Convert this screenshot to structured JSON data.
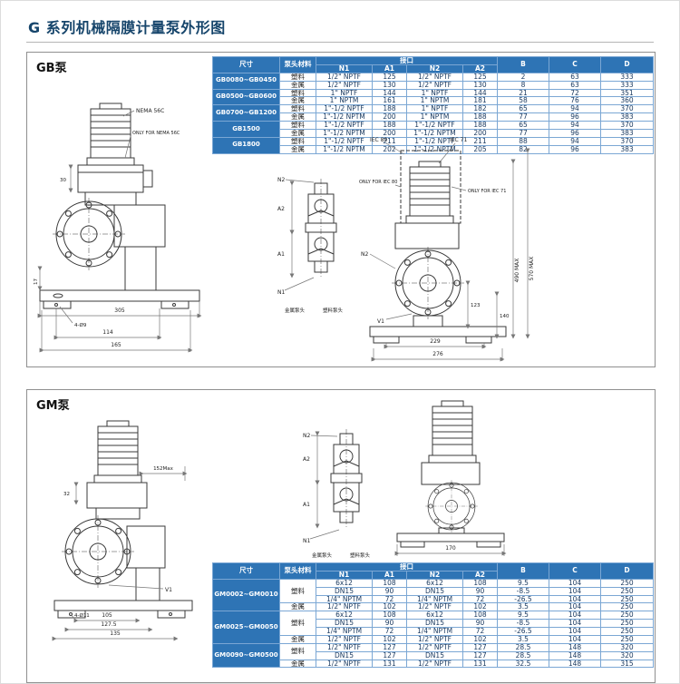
{
  "page": {
    "title": "G 系列机械隔膜计量泵外形图"
  },
  "headers": {
    "size": "尺寸",
    "material": "泵头材料",
    "port": "接口",
    "n1": "N1",
    "a1": "A1",
    "n2": "N2",
    "a2": "A2",
    "b": "B",
    "c": "C",
    "d": "D"
  },
  "gb": {
    "label": "GB泵",
    "rows": [
      {
        "size": "GB0080~GB0450",
        "mat": "塑料",
        "n1": "1/2\" NPTF",
        "a1": "125",
        "n2": "1/2\" NPTF",
        "a2": "125",
        "b": "2",
        "c": "63",
        "d": "333"
      },
      {
        "mat": "金属",
        "n1": "1/2\" NPTF",
        "a1": "130",
        "n2": "1/2\" NPTF",
        "a2": "130",
        "b": "8",
        "c": "63",
        "d": "333"
      },
      {
        "size": "GB0500~GB0600",
        "mat": "塑料",
        "n1": "1\" NPTF",
        "a1": "144",
        "n2": "1\" NPTF",
        "a2": "144",
        "b": "21",
        "c": "72",
        "d": "351"
      },
      {
        "mat": "金属",
        "n1": "1\" NPTM",
        "a1": "161",
        "n2": "1\" NPTM",
        "a2": "181",
        "b": "58",
        "c": "76",
        "d": "360"
      },
      {
        "size": "GB0700~GB1200",
        "mat": "塑料",
        "n1": "1\"-1/2 NPTF",
        "a1": "188",
        "n2": "1\" NPTF",
        "a2": "182",
        "b": "65",
        "c": "94",
        "d": "370"
      },
      {
        "mat": "金属",
        "n1": "1\"-1/2 NPTM",
        "a1": "200",
        "n2": "1\" NPTM",
        "a2": "188",
        "b": "77",
        "c": "96",
        "d": "383"
      },
      {
        "size": "GB1500",
        "mat": "塑料",
        "n1": "1\"-1/2 NPTF",
        "a1": "188",
        "n2": "1\"-1/2 NPTF",
        "a2": "188",
        "b": "65",
        "c": "94",
        "d": "370"
      },
      {
        "mat": "金属",
        "n1": "1\"-1/2 NPTM",
        "a1": "200",
        "n2": "1\"-1/2 NPTM",
        "a2": "200",
        "b": "77",
        "c": "96",
        "d": "383"
      },
      {
        "size": "GB1800",
        "mat": "塑料",
        "n1": "1\"-1/2 NPTF",
        "a1": "211",
        "n2": "1\"-1/2 NPTF",
        "a2": "211",
        "b": "88",
        "c": "94",
        "d": "370"
      },
      {
        "mat": "金属",
        "n1": "1\"-1/2 NPTM",
        "a1": "202",
        "n2": "1\"-1/2 NPTM",
        "a2": "205",
        "b": "82",
        "c": "96",
        "d": "383"
      }
    ],
    "front": {
      "nema": "NEMA 56C",
      "only_nema": "ONLY FOR NEMA 56C",
      "d30": "30",
      "d17": "17",
      "d305": "305",
      "d114": "114",
      "d165": "165",
      "hole": "4-Ø9"
    },
    "valve": {
      "n2": "N2",
      "n1": "N1",
      "a2": "A2",
      "a1": "A1",
      "metal": "金属泵头",
      "plastic": "塑料泵头"
    },
    "side": {
      "iec80": "IEC 80",
      "iec71": "IEC 71",
      "only80": "ONLY FOR IEC 80",
      "only71": "ONLY FOR IEC 71",
      "max490": "490 MAX",
      "max570": "570 MAX",
      "d229": "229",
      "d276": "276",
      "d140": "140",
      "d123": "123",
      "v1": "V1",
      "n2": "N2"
    }
  },
  "gm": {
    "label": "GM泵",
    "rows": [
      {
        "size": "GM0002~GM0010",
        "mat": "塑料",
        "n1": "6x12",
        "a1": "108",
        "n2": "6x12",
        "a2": "108",
        "b": "9.5",
        "c": "104",
        "d": "250"
      },
      {
        "n1": "DN15",
        "a1": "90",
        "n2": "DN15",
        "a2": "90",
        "b": "-8.5",
        "c": "104",
        "d": "250"
      },
      {
        "n1": "1/4\" NPTM",
        "a1": "72",
        "n2": "1/4\" NPTM",
        "a2": "72",
        "b": "-26.5",
        "c": "104",
        "d": "250"
      },
      {
        "mat": "金属",
        "n1": "1/2\" NPTF",
        "a1": "102",
        "n2": "1/2\" NPTF",
        "a2": "102",
        "b": "3.5",
        "c": "104",
        "d": "250"
      },
      {
        "size": "GM0025~GM0050",
        "mat": "塑料",
        "n1": "6x12",
        "a1": "108",
        "n2": "6x12",
        "a2": "108",
        "b": "9.5",
        "c": "104",
        "d": "250"
      },
      {
        "n1": "DN15",
        "a1": "90",
        "n2": "DN15",
        "a2": "90",
        "b": "-8.5",
        "c": "104",
        "d": "250"
      },
      {
        "n1": "1/4\" NPTM",
        "a1": "72",
        "n2": "1/4\" NPTM",
        "a2": "72",
        "b": "-26.5",
        "c": "104",
        "d": "250"
      },
      {
        "mat": "金属",
        "n1": "1/2\" NPTF",
        "a1": "102",
        "n2": "1/2\" NPTF",
        "a2": "102",
        "b": "3.5",
        "c": "104",
        "d": "250"
      },
      {
        "size": "GM0090~GM0500",
        "mat": "塑料",
        "n1": "1/2\" NPTF",
        "a1": "127",
        "n2": "1/2\" NPTF",
        "a2": "127",
        "b": "28.5",
        "c": "148",
        "d": "320"
      },
      {
        "n1": "DN15",
        "a1": "127",
        "n2": "DN15",
        "a2": "127",
        "b": "28.5",
        "c": "148",
        "d": "320"
      },
      {
        "mat": "金属",
        "n1": "1/2\" NPTF",
        "a1": "131",
        "n2": "1/2\" NPTF",
        "a2": "131",
        "b": "32.5",
        "c": "148",
        "d": "315"
      }
    ],
    "front": {
      "d152": "152Max",
      "d32": "32",
      "d105": "105",
      "d127": "127.5",
      "d135": "135",
      "hole": "4-Ø11",
      "v1": "V1"
    },
    "valve": {
      "n2": "N2",
      "n1": "N1",
      "a2": "A2",
      "a1": "A1",
      "metal": "金属泵头",
      "plastic": "塑料泵头"
    },
    "side": {
      "d170": "170"
    }
  }
}
